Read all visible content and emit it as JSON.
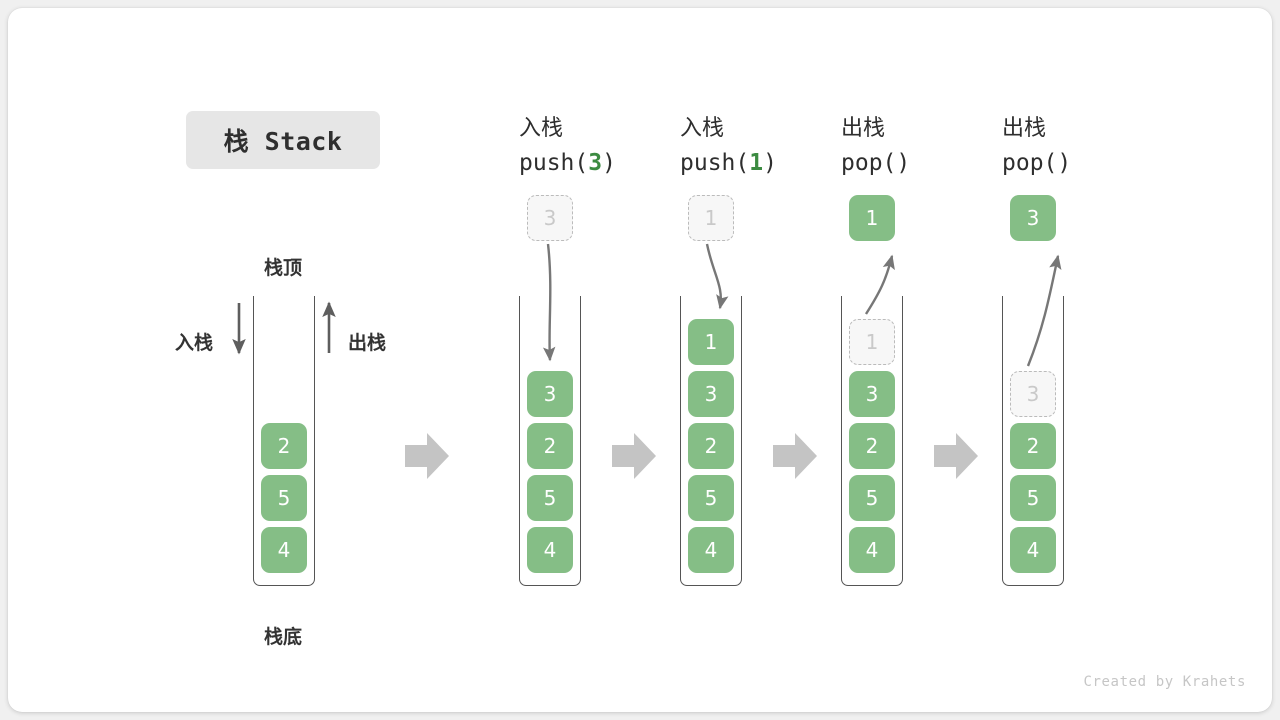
{
  "title_badge": {
    "label": "栈 Stack"
  },
  "footer": {
    "credit": "Created by Krahets"
  },
  "colors": {
    "cell_green": "#85be86",
    "accent_green_text": "#3c8b41",
    "ghost_fill": "#f7f7f7",
    "ghost_border": "#bbbbbb",
    "container_border": "#555555",
    "arrow_gray": "#777777",
    "step_arrow_gray": "#c4c4c4",
    "badge_bg": "#e6e6e6",
    "text_dark": "#333333",
    "footer_gray": "#c6c6c6",
    "page_bg": "#f0f0f0",
    "card_bg": "#ffffff"
  },
  "legend": {
    "top_label": "栈顶",
    "bottom_label": "栈底",
    "push_label": "入栈",
    "pop_label": "出栈"
  },
  "columns": [
    {
      "id": "initial",
      "head_cn": "",
      "head_code": "",
      "code_prefix": "",
      "code_arg": "",
      "code_suffix": "",
      "stack": [
        "2",
        "5",
        "4"
      ],
      "ghost_index": -1,
      "floating_cell": null,
      "floating_state": null
    },
    {
      "id": "push-3",
      "head_cn": "入栈",
      "code_prefix": "push(",
      "code_arg": "3",
      "code_suffix": ")",
      "stack": [
        "3",
        "2",
        "5",
        "4"
      ],
      "ghost_index": -1,
      "floating_cell": "3",
      "floating_state": "ghost"
    },
    {
      "id": "push-1",
      "head_cn": "入栈",
      "code_prefix": "push(",
      "code_arg": "1",
      "code_suffix": ")",
      "stack": [
        "1",
        "3",
        "2",
        "5",
        "4"
      ],
      "ghost_index": -1,
      "floating_cell": "1",
      "floating_state": "ghost"
    },
    {
      "id": "pop-1",
      "head_cn": "出栈",
      "code_prefix": "pop(",
      "code_arg": "",
      "code_suffix": ")",
      "stack": [
        "1",
        "3",
        "2",
        "5",
        "4"
      ],
      "ghost_index": 0,
      "floating_cell": "1",
      "floating_state": "solid"
    },
    {
      "id": "pop-3",
      "head_cn": "出栈",
      "code_prefix": "pop(",
      "code_arg": "",
      "code_suffix": ")",
      "stack": [
        "3",
        "2",
        "5",
        "4"
      ],
      "ghost_index": 0,
      "floating_cell": "3",
      "floating_state": "solid"
    }
  ]
}
